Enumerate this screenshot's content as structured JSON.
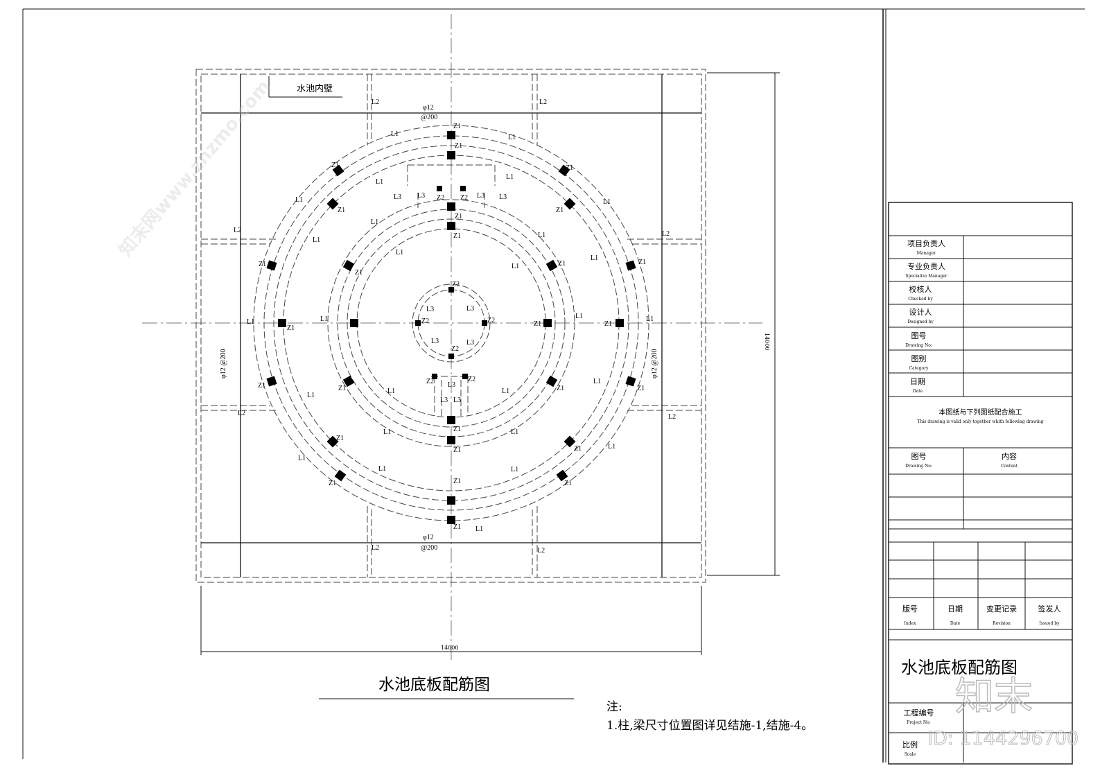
{
  "drawing": {
    "pool_inner_wall_label": "水池内壁",
    "rebar_spec_top": {
      "dia": "φ12",
      "spacing": "@200"
    },
    "rebar_spec_bottom": {
      "dia": "φ12",
      "spacing": "@200"
    },
    "rebar_spec_left": {
      "dia": "φ12",
      "spacing": "@200"
    },
    "rebar_spec_right": {
      "dia": "φ12",
      "spacing": "@200"
    },
    "dimension_horizontal": "14000",
    "dimension_vertical": "14000",
    "labels": {
      "column_1": "Z1",
      "column_2": "Z2",
      "beam_1": "L1",
      "beam_2": "L2",
      "beam_3": "L3"
    },
    "title": "水池底板配筋图",
    "notes_heading": "注:",
    "notes": [
      "1.柱,梁尺寸位置图详见结施-1,结施-4。"
    ]
  },
  "title_block": {
    "rows": [
      {
        "cn": "项目负责人",
        "en": "Manager"
      },
      {
        "cn": "专业负责人",
        "en": "Specialize Manager"
      },
      {
        "cn": "校核人",
        "en": "Checked by"
      },
      {
        "cn": "设计人",
        "en": "Designed by"
      },
      {
        "cn": "图号",
        "en": "Drawing No:"
      },
      {
        "cn": "图别",
        "en": "Category"
      },
      {
        "cn": "日期",
        "en": "Date"
      }
    ],
    "valid_note_cn": "本图纸与下列图纸配合施工",
    "valid_note_en": "This drawing is valid only together whith following drawing",
    "drawing_list_headers": [
      {
        "cn": "图号",
        "en": "Drawing No:"
      },
      {
        "cn": "内容",
        "en": "Content"
      }
    ],
    "revision_headers": [
      {
        "cn": "版号",
        "en": "Index"
      },
      {
        "cn": "日期",
        "en": "Date"
      },
      {
        "cn": "变更记录",
        "en": "Revision"
      },
      {
        "cn": "签发人",
        "en": "Issued by"
      }
    ],
    "sheet_title": "水池底板配筋图",
    "project_no": {
      "cn": "工程编号",
      "en": "Project No:"
    },
    "scale": {
      "cn": "比例",
      "en": "Scale"
    }
  },
  "watermark": {
    "logo": "知末",
    "id": "ID: 1144296700",
    "site": "知末网www.znzmo.com"
  }
}
